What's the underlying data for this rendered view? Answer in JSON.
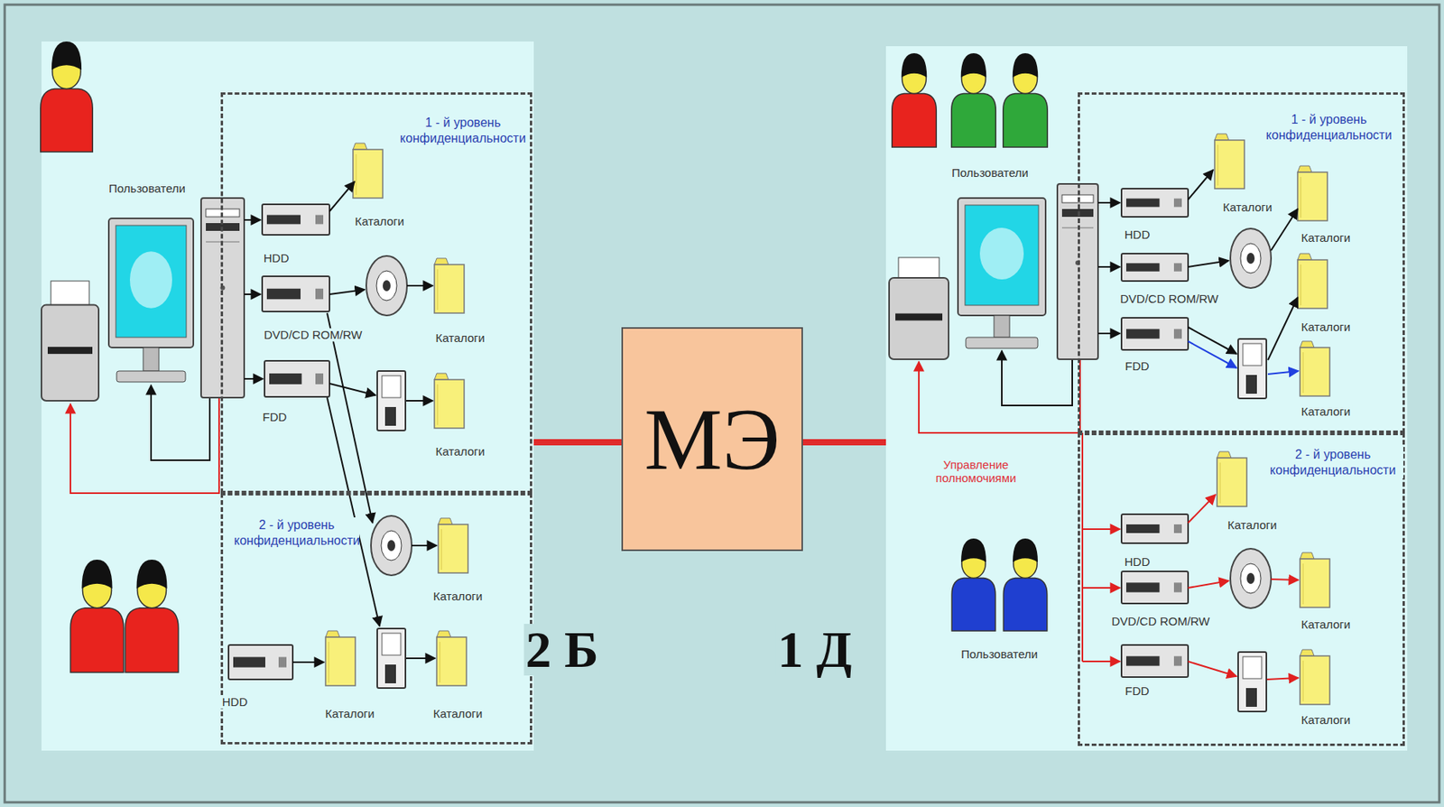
{
  "diagram": {
    "nodes": [
      {
        "text": [
          "1 - й уровень конфиденциальности"
        ]
      },
      {
        "text": [
          "2 - й уровень конфиденциальности"
        ]
      },
      {
        "text": [
          "МЭ"
        ]
      },
      {
        "text": [
          "1 - й уровень конфиденциальности"
        ]
      },
      {
        "text": [
          "2 - й уровень конфиденциальности"
        ]
      }
    ],
    "labels": [
      "Пользователи",
      "HDD",
      "DVD/CD ROM/RW",
      "FDD",
      "Каталоги",
      "Каталоги",
      "Каталоги",
      "Каталоги",
      "HDD",
      "Каталоги",
      "Каталоги",
      "2 Б",
      "1 Д",
      "Пользователи",
      "HDD",
      "DVD/CD ROM/RW",
      "FDD",
      "Каталоги",
      "Каталоги",
      "Каталоги",
      "Каталоги",
      "Управление полномочиями",
      "Каталоги",
      "HDD",
      "DVD/CD ROM/RW",
      "Каталоги",
      "FDD",
      "Каталоги",
      "Пользователи"
    ]
  }
}
